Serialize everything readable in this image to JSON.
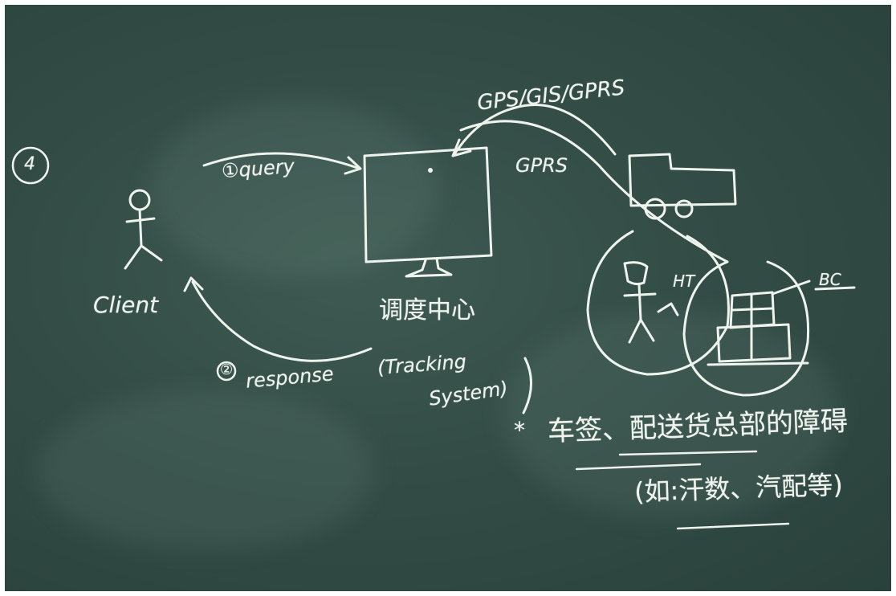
{
  "labels": {
    "step_four": "4",
    "client": "Client",
    "query": "①query",
    "response_num": "②",
    "response": "response",
    "gps_gis_gprs": "GPS/GIS/GPRS",
    "gprs": "GPRS",
    "ht": "HT",
    "bc": "BC",
    "dispatch_center": "调度中心",
    "tracking_open": "(Tracking",
    "tracking_system": "System)",
    "note_star": "*",
    "note_main": "车签、配送货总部的障碍",
    "note_example": "(如:汗数、汽配等)"
  },
  "colors": {
    "board": "#334d46",
    "chalk": "#eef3ee",
    "page": "#ffffff"
  },
  "icons": [
    "stick-figure-client",
    "monitor-icon",
    "truck-icon",
    "stick-figure-ht",
    "bc-device-icon"
  ]
}
